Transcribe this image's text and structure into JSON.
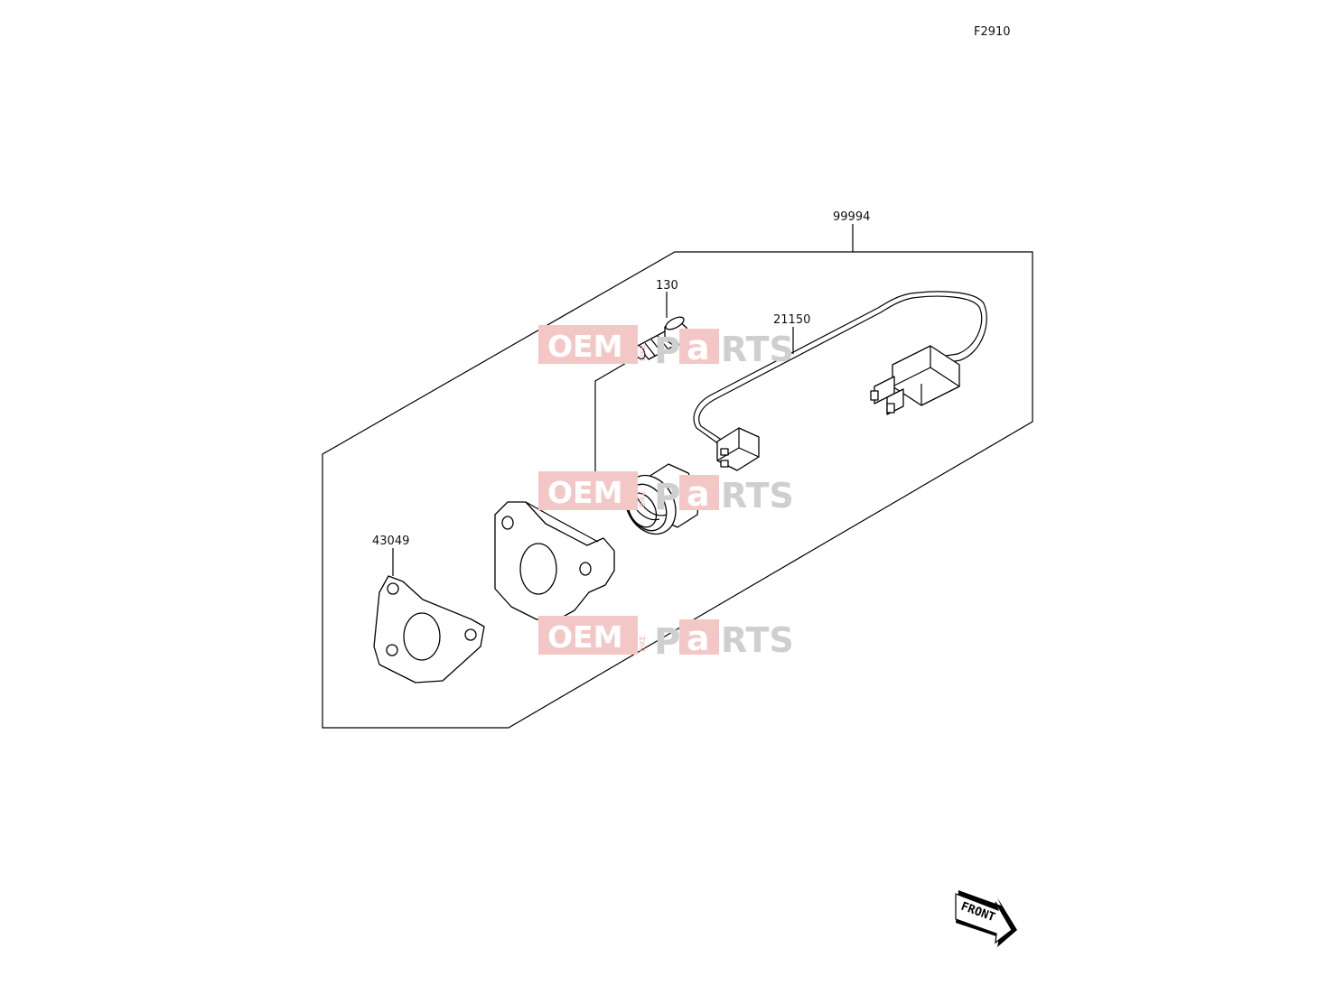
{
  "diagram": {
    "figure_code": "F2910",
    "callouts": {
      "kit": "99994",
      "bolt": "130",
      "switch": "21150",
      "gasket": "43049"
    },
    "front_arrow_label": "FRONT",
    "watermark": {
      "oem": "OEM",
      "bike": "BIKE",
      "p": "P",
      "a": "a",
      "rts": "RTS"
    }
  }
}
